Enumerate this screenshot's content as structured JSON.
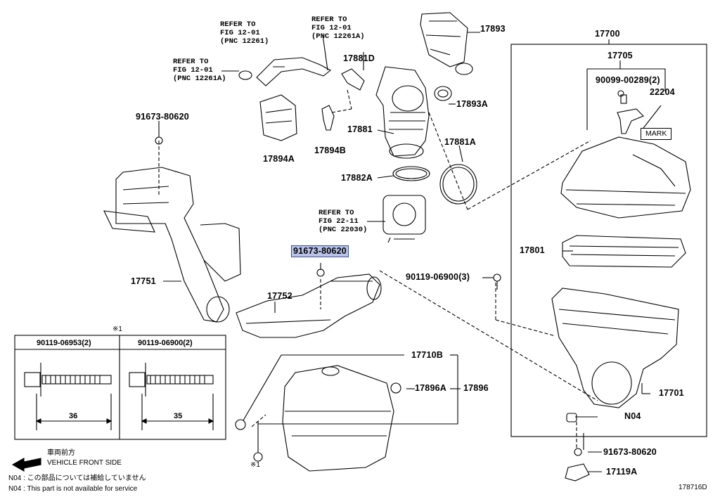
{
  "parts": {
    "p17893": "17893",
    "p17700": "17700",
    "p17705": "17705",
    "p90099": "90099-00289(2)",
    "p22204": "22204",
    "p17881D": "17881D",
    "p17893A": "17893A",
    "p17881": "17881",
    "p17894A": "17894A",
    "p17894B": "17894B",
    "p17881A": "17881A",
    "p17882A": "17882A",
    "p91673_top": "91673-80620",
    "p91673_mid": "91673-80620",
    "p91673_bot": "91673-80620",
    "p17751": "17751",
    "p17752": "17752",
    "p17801": "17801",
    "p90119_06900_3": "90119-06900(3)",
    "p17710B": "17710B",
    "p17896A": "17896A",
    "p17896": "17896",
    "p17701": "17701",
    "pN04": "N04",
    "p17119A": "17119A",
    "mark": "MARK"
  },
  "references": {
    "ref1": "REFER TO\nFIG 12-01\n(PNC 12261)",
    "ref2": "REFER TO\nFIG 12-01\n(PNC 12261A)",
    "ref3": "REFER TO\nFIG 12-01\n(PNC 12261A)",
    "ref4": "REFER TO\nFIG 22-11\n(PNC 22030)"
  },
  "inset_table": {
    "marker": "※1",
    "col1_header": "90119-06953(2)",
    "col2_header": "90119-06900(2)",
    "col1_dim": "36",
    "col2_dim": "35"
  },
  "bolt_marker": "※1",
  "legend": {
    "jp_direction": "車両前方",
    "en_direction": "VEHICLE FRONT SIDE",
    "note_jp": "N04 : この部品については補給していません",
    "note_en": "N04 : This part is not available for service"
  },
  "figure_id": "178716D",
  "highlight_color": "#b9c3e8"
}
